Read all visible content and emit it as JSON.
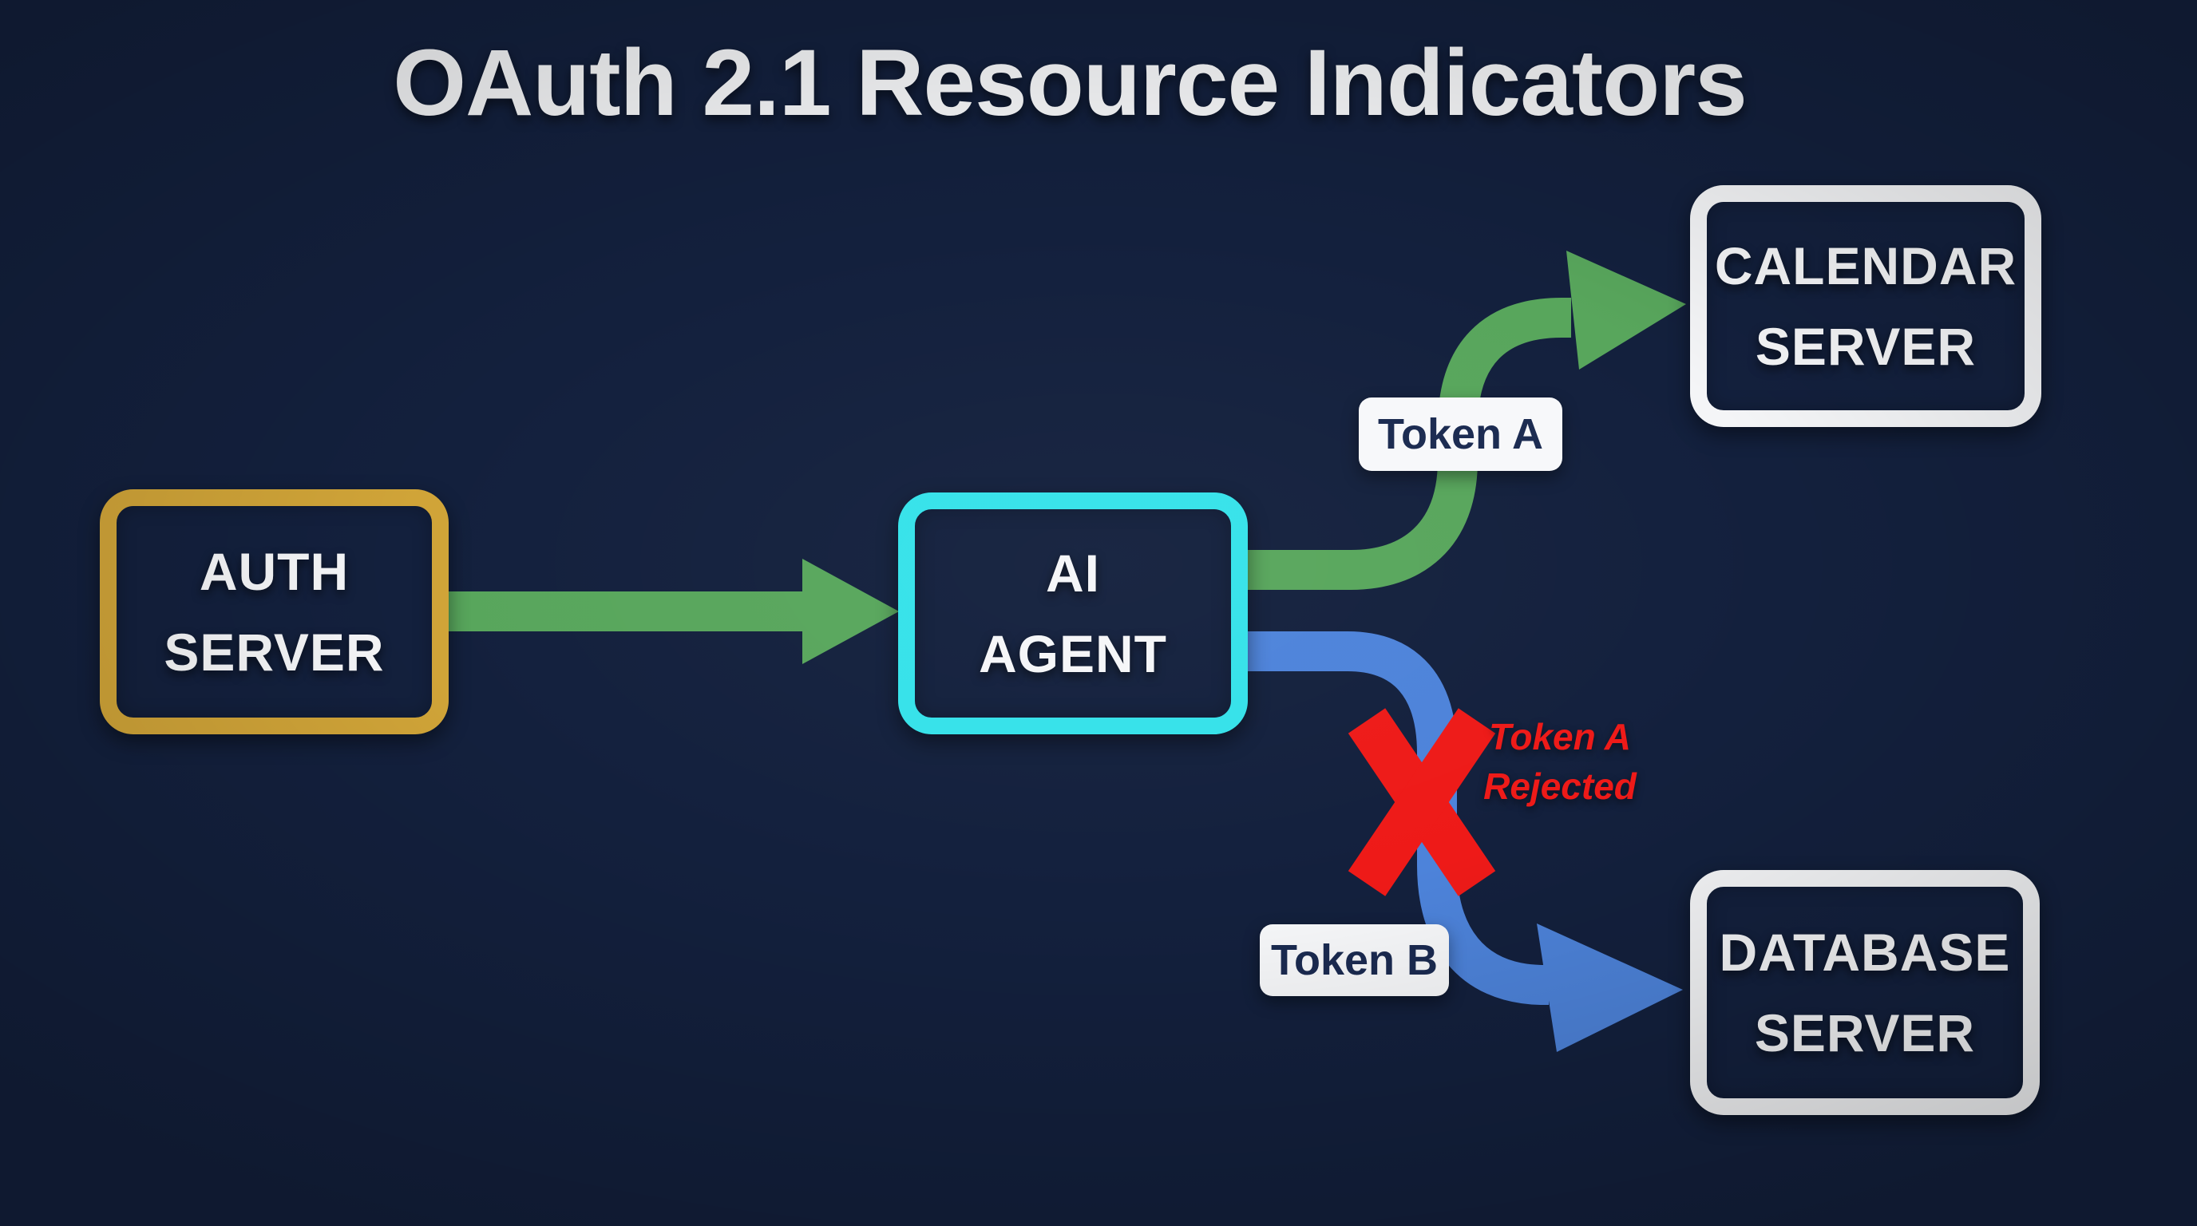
{
  "title": "OAuth 2.1 Resource Indicators",
  "nodes": {
    "auth_server": {
      "line1": "AUTH",
      "line2": "SERVER",
      "border_color": "#d0a438"
    },
    "ai_agent": {
      "line1": "AI",
      "line2": "AGENT",
      "border_color": "#35e2ea"
    },
    "calendar_server": {
      "line1": "CALENDAR",
      "line2": "SERVER",
      "border_color": "#f4f5f7"
    },
    "database_server": {
      "line1": "DATABASE",
      "line2": "SERVER",
      "border_color": "#f4f5f7"
    }
  },
  "badges": {
    "token_a": "Token A",
    "token_b": "Token B"
  },
  "annotations": {
    "rejected_line1": "Token A",
    "rejected_line2": "Rejected"
  },
  "colors": {
    "background": "#13203d",
    "node_fill": "#13203d",
    "label_text": "#f5f6f8",
    "green_arrow": "#58a65c",
    "blue_arrow": "#4d83da",
    "red": "#ee1a18",
    "badge_background": "#f7f8fa",
    "badge_text": "#1a2a50"
  }
}
